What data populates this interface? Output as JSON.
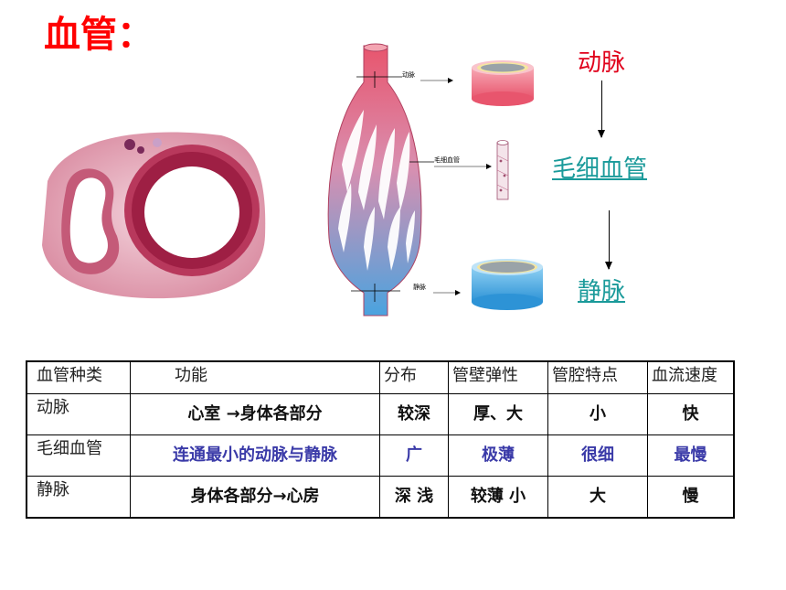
{
  "page": {
    "title": "血管："
  },
  "diagram": {
    "labels": {
      "artery": "动脉",
      "capillary": "毛细血管",
      "vein": "静脉"
    },
    "colors": {
      "artery": "#e8556d",
      "vein": "#4aa3df",
      "title": "#ff0000",
      "link": "#1a9a9a"
    }
  },
  "flow": {
    "artery": "动脉",
    "capillary": "毛细血管",
    "vein": "静脉"
  },
  "table": {
    "headers": [
      "血管种类",
      "功能",
      "分布",
      "管壁弹性",
      "管腔特点",
      "血流速度"
    ],
    "rows": [
      {
        "type": "动脉",
        "function": "心室 →身体各部分",
        "distribution": "较深",
        "wall": "厚、大",
        "lumen": "小",
        "speed": "快"
      },
      {
        "type": "毛细血管",
        "function": "连通最小的动脉与静脉",
        "distribution": "广",
        "wall": "极薄",
        "lumen": "很细",
        "speed": "最慢"
      },
      {
        "type": "静脉",
        "function": "身体各部分→心房",
        "distribution": "深  浅",
        "wall": "较薄  小",
        "lumen": "大",
        "speed": "慢"
      }
    ]
  }
}
